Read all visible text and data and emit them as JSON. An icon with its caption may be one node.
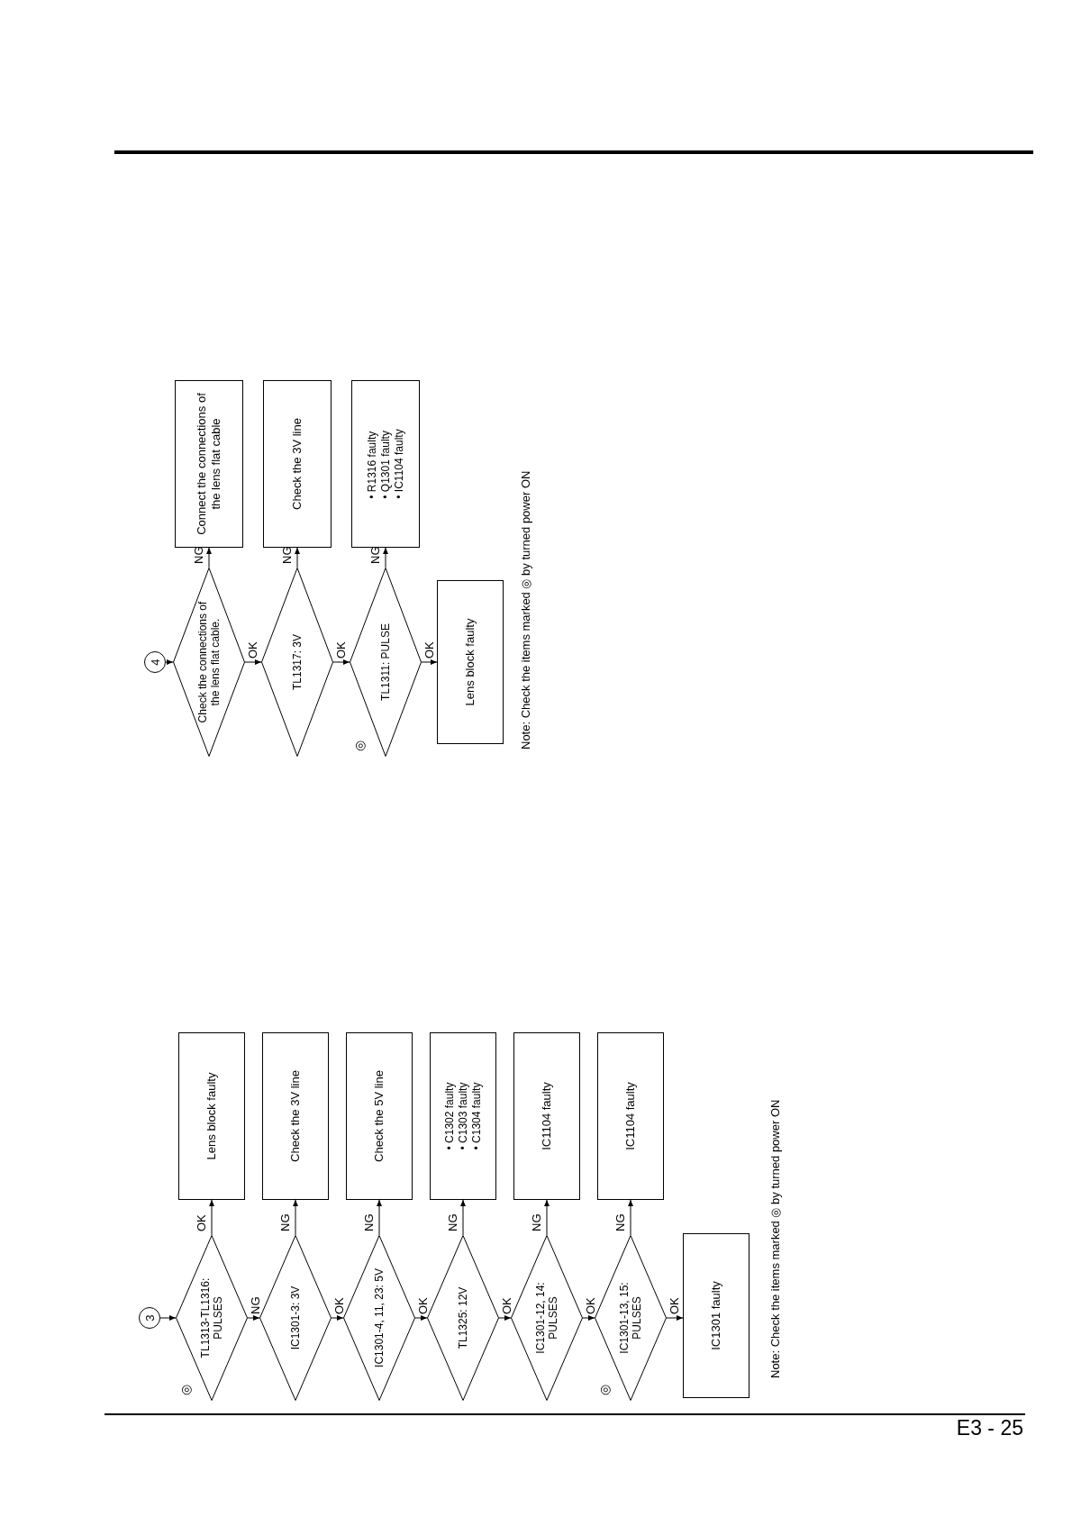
{
  "diagram": {
    "nodes": [
      {
        "text": [
          "3"
        ]
      },
      {
        "text": [
          "TL1313-TL1316: PULSES"
        ],
        "beside": [
          "◎"
        ]
      },
      {
        "text": [
          "Lens block faulty"
        ]
      },
      {
        "text": [
          "IC1301-3: 3V"
        ]
      },
      {
        "text": [
          "Check the 3V line"
        ]
      },
      {
        "text": [
          "IC1301-4, 11, 23: 5V"
        ]
      },
      {
        "text": [
          "Check the 5V line"
        ]
      },
      {
        "text": [
          "TL1325: 12V"
        ]
      },
      {
        "text": [
          "• C1302 faulty",
          "• C1303 faulty",
          "• C1304 faulty"
        ]
      },
      {
        "text": [
          "IC1301-12, 14: PULSES"
        ]
      },
      {
        "text": [
          "IC1104 faulty"
        ]
      },
      {
        "text": [
          "IC1301-13, 15: PULSES"
        ],
        "beside": [
          "◎"
        ]
      },
      {
        "text": [
          "IC1104 faulty"
        ]
      },
      {
        "text": [
          "IC1301 faulty"
        ]
      },
      {
        "text": [
          "4"
        ]
      },
      {
        "text": [
          "Check the connections of the lens flat cable."
        ]
      },
      {
        "text": [
          "Connect the connections of the lens flat cable"
        ]
      },
      {
        "text": [
          "TL1317: 3V"
        ]
      },
      {
        "text": [
          "Check the 3V line"
        ]
      },
      {
        "text": [
          "TL1311: PULSE"
        ],
        "beside": [
          "◎"
        ]
      },
      {
        "text": [
          "• R1316 faulty",
          "• Q1301 faulty",
          "• IC1104 faulty"
        ]
      },
      {
        "text": [
          "Lens block faulty"
        ]
      }
    ],
    "edges": [
      {
        "from": 0,
        "to": 1,
        "arrow": "to"
      },
      {
        "from": 1,
        "to": 2,
        "arrow": "to",
        "label": "OK"
      },
      {
        "from": 1,
        "to": 3,
        "arrow": "to",
        "label": "NG"
      },
      {
        "from": 3,
        "to": 4,
        "arrow": "to",
        "label": "NG"
      },
      {
        "from": 3,
        "to": 5,
        "arrow": "to",
        "label": "OK"
      },
      {
        "from": 5,
        "to": 6,
        "arrow": "to",
        "label": "NG"
      },
      {
        "from": 5,
        "to": 7,
        "arrow": "to",
        "label": "OK"
      },
      {
        "from": 7,
        "to": 8,
        "arrow": "to",
        "label": "NG"
      },
      {
        "from": 7,
        "to": 9,
        "arrow": "to",
        "label": "OK"
      },
      {
        "from": 9,
        "to": 10,
        "arrow": "to",
        "label": "NG"
      },
      {
        "from": 9,
        "to": 11,
        "arrow": "to",
        "label": "OK"
      },
      {
        "from": 11,
        "to": 12,
        "arrow": "to",
        "label": "NG"
      },
      {
        "from": 11,
        "to": 13,
        "arrow": "to",
        "label": "OK"
      },
      {
        "from": 14,
        "to": 15,
        "arrow": "to"
      },
      {
        "from": 15,
        "to": 16,
        "arrow": "to",
        "label": "NG"
      },
      {
        "from": 15,
        "to": 17,
        "arrow": "to",
        "label": "OK"
      },
      {
        "from": 17,
        "to": 18,
        "arrow": "to",
        "label": "NG"
      },
      {
        "from": 17,
        "to": 19,
        "arrow": "to",
        "label": "OK"
      },
      {
        "from": 19,
        "to": 20,
        "arrow": "to",
        "label": "NG"
      },
      {
        "from": 19,
        "to": 21,
        "arrow": "to",
        "label": "OK"
      }
    ],
    "labels": [
      "Note: Check the items marked ◎ by turned power ON",
      "Note: Check the items marked ◎ by turned power ON",
      "E3 - 25"
    ]
  }
}
